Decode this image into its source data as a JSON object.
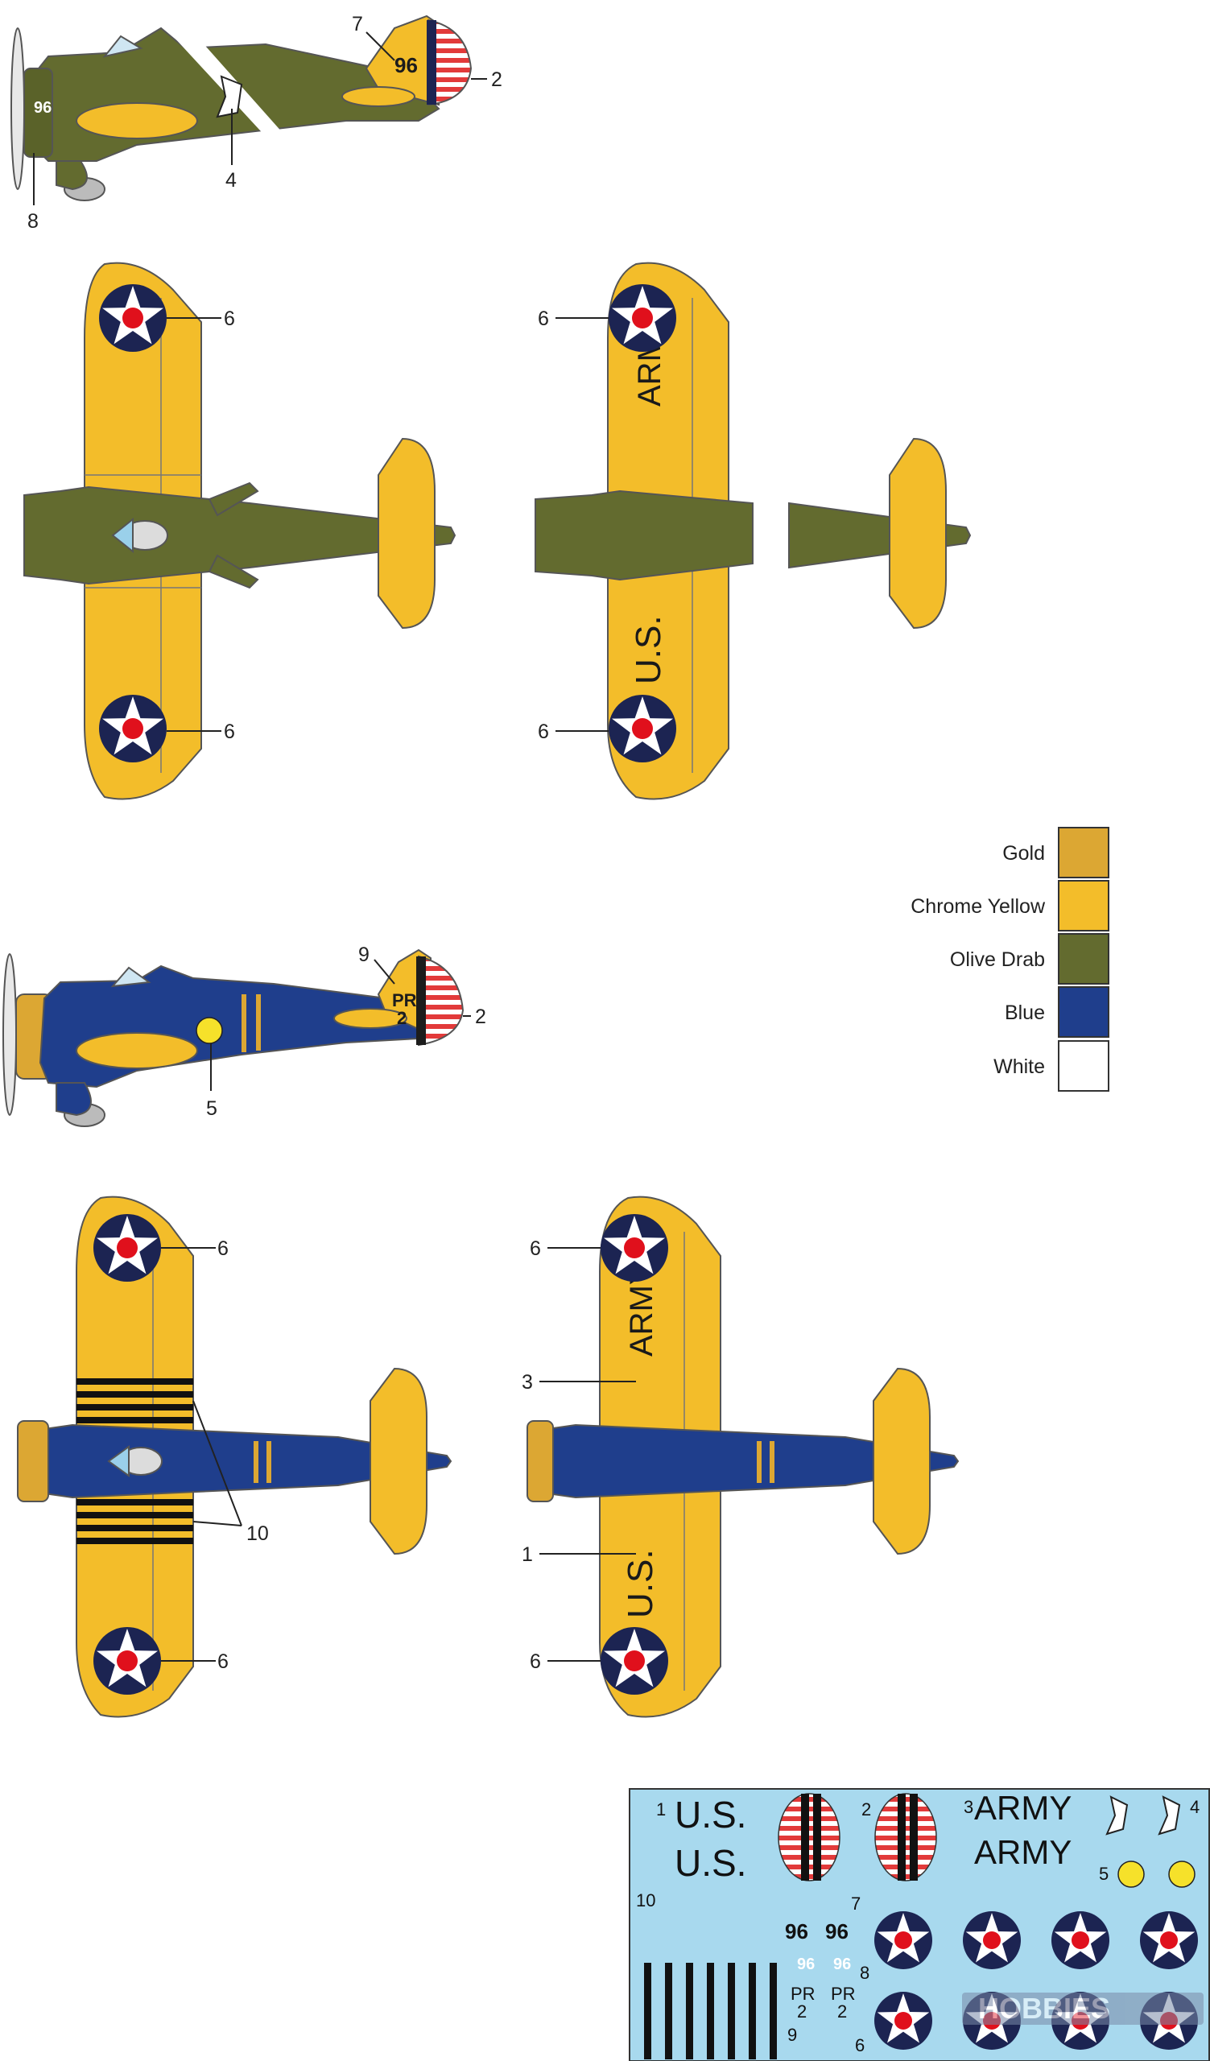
{
  "colors": {
    "gold": "#dca733",
    "chrome_yellow": "#f3bd2a",
    "olive_drab": "#636b2f",
    "blue": "#1f3e8c",
    "white": "#ffffff",
    "roundel_blue": "#1c2452",
    "roundel_red": "#e0101c",
    "decal_bg": "#a8d9ee",
    "rudder_red": "#e23a3a"
  },
  "legend": [
    {
      "label": "Gold",
      "color": "#dca733"
    },
    {
      "label": "Chrome Yellow",
      "color": "#f3bd2a"
    },
    {
      "label": "Olive Drab",
      "color": "#636b2f"
    },
    {
      "label": "Blue",
      "color": "#1f3e8c"
    },
    {
      "label": "White",
      "color": "#ffffff"
    }
  ],
  "scheme1": {
    "side": {
      "fuselage_code": "96",
      "tail_code": "96",
      "callouts": [
        "7",
        "2",
        "4",
        "8"
      ]
    },
    "top_view_callouts": [
      "6",
      "6"
    ],
    "bottom_view": {
      "callouts": [
        "6",
        "6"
      ],
      "wing_text_upper": "ARMY",
      "wing_text_lower": "U.S."
    }
  },
  "scheme2": {
    "side": {
      "tail_code_line1": "PR",
      "tail_code_line2": "2",
      "callouts": [
        "9",
        "2",
        "5"
      ]
    },
    "top_view_callouts": [
      "6",
      "10",
      "6"
    ],
    "bottom_view": {
      "callouts": [
        "6",
        "3",
        "1",
        "6"
      ],
      "wing_text_upper": "ARMY",
      "wing_text_lower": "U.S."
    }
  },
  "decal_sheet": {
    "numbers": {
      "n1": "1",
      "n2": "2",
      "n3": "3",
      "n4": "4",
      "n5": "5",
      "n6": "6",
      "n7": "7",
      "n8": "8",
      "n9": "9",
      "n10": "10"
    },
    "us": "U.S.",
    "army": "ARMY",
    "code96": "96",
    "code_pr": "PR",
    "code_2": "2"
  },
  "watermark": "HOBBIES"
}
